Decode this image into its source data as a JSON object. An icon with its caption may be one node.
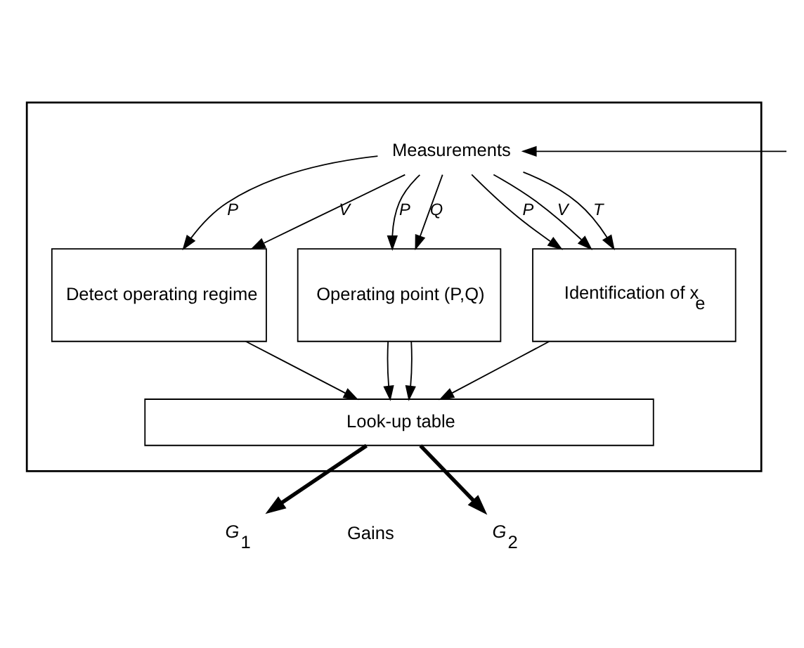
{
  "diagram": {
    "nodes": [
      {
        "text": [],
        "shape": "box"
      },
      {
        "text": [
          "Measurements"
        ],
        "in": 0
      },
      {
        "text": [
          "Detect operating regime"
        ],
        "in": 0
      },
      {
        "text": [
          "Operating point (P,Q)"
        ],
        "in": 0
      },
      {
        "text": [
          "Identification of x$_{e}$"
        ],
        "in": 0
      },
      {
        "text": [
          "Look-up table"
        ],
        "in": 0
      },
      {
        "text": [
          "*G*$_{1}$"
        ]
      },
      {
        "text": [
          "*G*$_{2}$"
        ]
      }
    ],
    "edges": [
      {
        "from": null,
        "to": 1,
        "arrow": "to"
      },
      {
        "from": 1,
        "to": 2,
        "arrow": "to",
        "label": "P"
      },
      {
        "from": 1,
        "to": 2,
        "arrow": "to",
        "label": "V"
      },
      {
        "from": 1,
        "to": 3,
        "arrow": "to",
        "label": "P"
      },
      {
        "from": 1,
        "to": 3,
        "arrow": "to",
        "label": "Q"
      },
      {
        "from": 1,
        "to": 4,
        "arrow": "to",
        "label": "P"
      },
      {
        "from": 1,
        "to": 4,
        "arrow": "to",
        "label": "V"
      },
      {
        "from": 1,
        "to": 4,
        "arrow": "to",
        "label": "T"
      },
      {
        "from": 2,
        "to": 5,
        "arrow": "to"
      },
      {
        "from": 3,
        "to": 5,
        "arrow": "to"
      },
      {
        "from": 3,
        "to": 5,
        "arrow": "to"
      },
      {
        "from": 4,
        "to": 5,
        "arrow": "to"
      },
      {
        "from": 5,
        "to": 6,
        "arrow": "to",
        "style": "thick"
      },
      {
        "from": 5,
        "to": 7,
        "arrow": "to",
        "style": "thick"
      }
    ],
    "labels": [
      "Gains"
    ]
  }
}
